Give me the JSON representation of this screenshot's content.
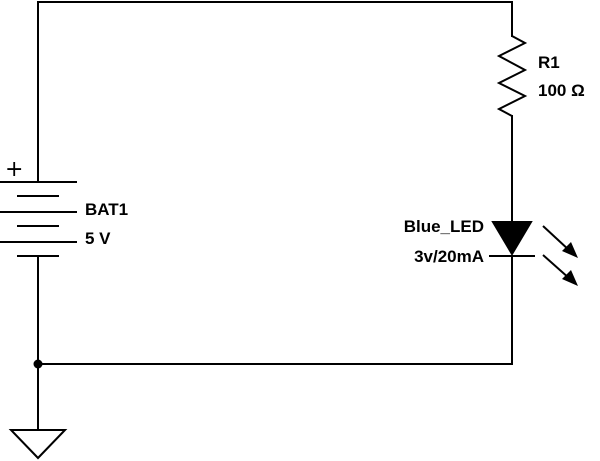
{
  "battery": {
    "name": "BAT1",
    "value": "5 V",
    "polarity_mark": "+"
  },
  "resistor": {
    "name": "R1",
    "value": "100 Ω"
  },
  "led": {
    "name": "Blue_LED",
    "rating": "3v/20mA"
  },
  "colors": {
    "stroke": "#000000",
    "background": "#ffffff"
  }
}
